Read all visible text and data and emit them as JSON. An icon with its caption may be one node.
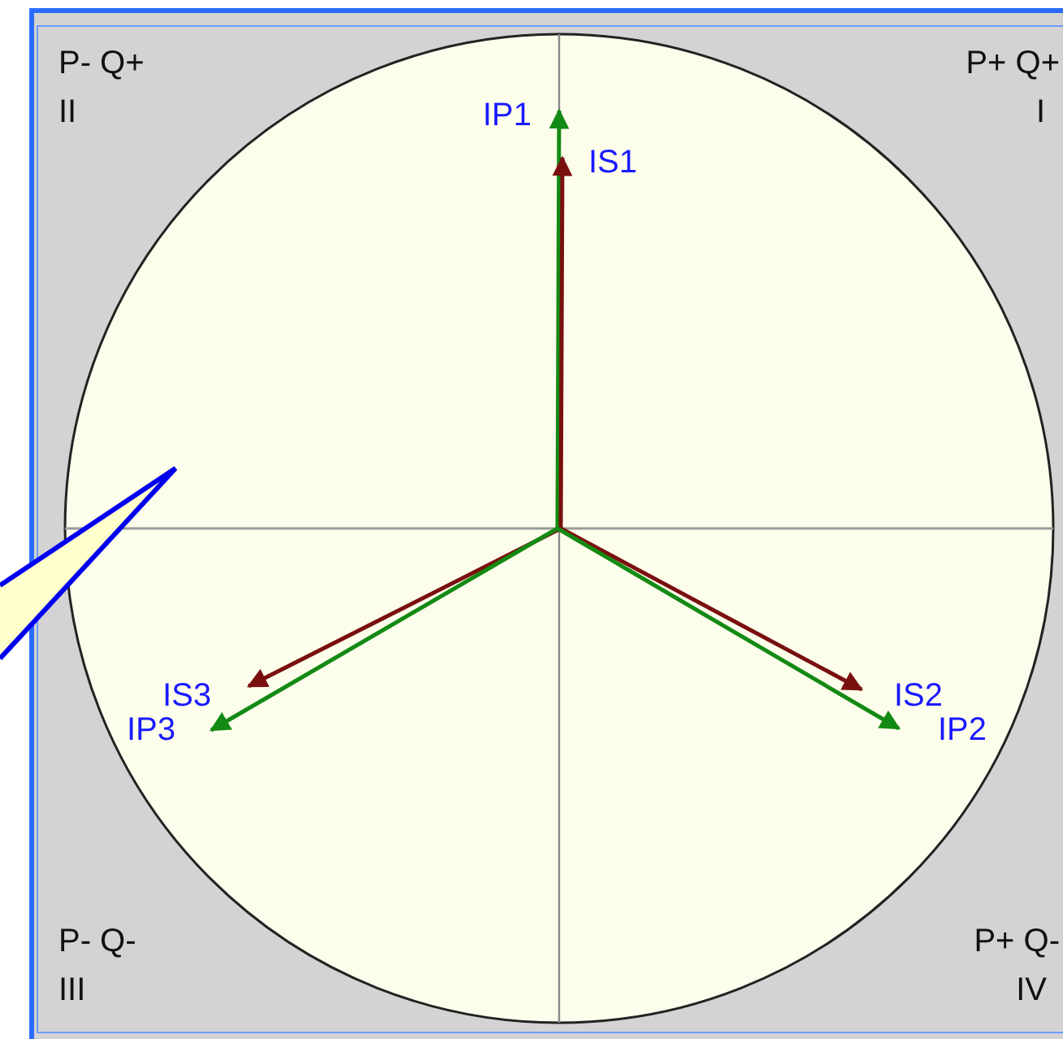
{
  "diagram": {
    "nodes": [
      {
        "text": [],
        "shape": "callout"
      }
    ],
    "labels": [
      "P- Q+",
      "II",
      "P+ Q+",
      "I",
      "IP1",
      "IS1",
      "IS3",
      "IP3",
      "IS2",
      "IP2",
      "P- Q-",
      "III",
      "P+ Q-",
      "IV"
    ]
  }
}
